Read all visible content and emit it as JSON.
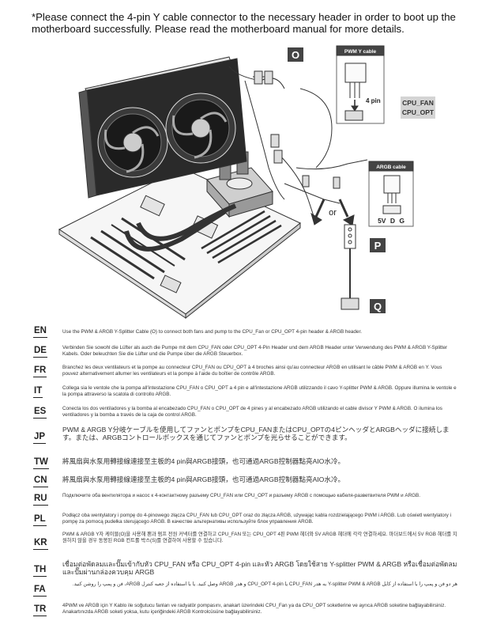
{
  "notice": "*Please connect the 4-pin Y cable connector to the necessary header in order to boot up the motherboard successfully. Please read the motherboard manual for more details.",
  "callouts": {
    "O": "O",
    "P": "P",
    "Q": "Q",
    "pwm_cable": "PWM Y cable",
    "four_pin": "4 pin",
    "cpu_fan": "CPU_FAN",
    "cpu_opt": "CPU_OPT",
    "argb_cable": "ARGB cable",
    "argb_pins": "5V D G",
    "or": "or"
  },
  "instructions": [
    {
      "code": "EN",
      "text": "Use the PWM & ARGB Y-Splitter Cable (O) to connect both fans and pump to the CPU_Fan or CPU_OPT 4-pin header & ARGB header."
    },
    {
      "code": "DE",
      "text": "Verbinden Sie sowohl die Lüfter als auch die Pumpe mit dem CPU_FAN oder CPU_OPT 4-Pin Header und dem ARGB Header unter Verwendung des PWM & ARGB Y-Splitter Kabels. Oder beleuchten Sie die Lüfter und die Pumpe über die ARGB Steuerbox."
    },
    {
      "code": "FR",
      "text": "Branchez les deux ventilateurs et la pompe au connecteur CPU_FAN ou CPU_OPT à 4 broches ainsi qu'au connecteur ARGB en utilisant le câble PWM & ARGB en Y. Vous pouvez alternativement allumer les ventilateurs et la pompe à l'aide du boîtier de contrôle ARGB."
    },
    {
      "code": "IT",
      "text": "Collega sia le ventole che la pompa all'intestazione CPU_FAN o CPU_OPT a 4 pin e all'intestazione ARGB utilizzando il cavo Y-splitter PWM & ARGB. Oppure illumina le ventole e la pompa attraverso la scatola di controllo ARGB."
    },
    {
      "code": "ES",
      "text": "Conecta los dos ventiladores y la bomba al encabezado CPU_FAN o CPU_OPT de 4 pines y al encabezado ARGB utilizando el cable divisor Y PWM & ARGB. O ilumina los ventiladores y la bomba a través de la caja de control ARGB."
    },
    {
      "code": "JP",
      "text": "PWM & ARGB Y分岐ケーブルを使用してファンとポンプをCPU_FANまたはCPU_OPTの4ピンヘッダとARGBヘッダに接続します。または、ARGBコントロールボックスを通じてファンとポンプを光らせることができます。"
    },
    {
      "code": "TW",
      "text": "將風扇與水泵用轉接線連接至主板的4 pin與ARGB接頭，也可通過ARGB控制器點亮AIO水冷。"
    },
    {
      "code": "CN",
      "text": "將風扇與水泵用轉接線連接至主板的4 pin與ARGB接頭，也可通過ARGB控制器點亮AIO水冷。"
    },
    {
      "code": "RU",
      "text": "Подключите оба вентилятора и насос к 4-контактному разъему CPU_FAN или CPU_OPT и разъему ARGB с помощью кабеля-разветвителя PWM и ARGB."
    },
    {
      "code": "PL",
      "text": "Podłącz oba wentylatory i pompę do 4-pinowego złącza CPU_FAN lub CPU_OPT oraz do złącza ARGB, używając kabla rozdzielającego PWM i ARGB. Lub oświetl wentylatory i pompę za pomocą pudełka sterującego ARGB. В качестве альтернативы используйте блок управления ARGB."
    },
    {
      "code": "KR",
      "text": "PWM & ARGB Y자 케이블(O)을 사용해 팬과 펌프 전원 커넥터를 연결하고 CPU_FAN 또는 CPU_OPT 4핀 PWM 헤더와 5V ARGB 헤더에 각각 연결하세요. 마더보드에서 5V RGB 헤더를 지원하지 않을 경우 동봉된 RGB 컨트롤 박스(S)를 연결하여 사용할 수 있습니다."
    },
    {
      "code": "TH",
      "text": "เชื่อมต่อพัดลมและปั๊มเข้ากับหัว CPU_FAN หรือ CPU_OPT 4-pin และหัว ARGB โดยใช้สาย Y-splitter PWM & ARGB หรือเชื่อมต่อพัดลมและปั๊มผ่านกล่องควบคุม ARGB"
    },
    {
      "code": "FA",
      "text": "هر دو فن و پمپ را با استفاده از کابل Y-splitter PWM & ARGB به هدر CPU_FAN یا CPU_OPT 4-pin و هدر ARGB وصل کنید. یا با استفاده از جعبه کنترل ARGB، فن و پمپ را روشن کنید."
    },
    {
      "code": "TR",
      "text": "4PWM ve ARGB için Y Kablo ile soğutucu fanları ve radyatör pompasını, anakart üzerindeki CPU_Fan ya da CPU_OPT soketlerine ve ayrıca ARGB soketine bağlayabilirsiniz. Anakartınızda ARGB soketi yoksa, kutu içeriğindeki ARGB Kontrolcüsüne bağlayabilirsiniz."
    }
  ]
}
